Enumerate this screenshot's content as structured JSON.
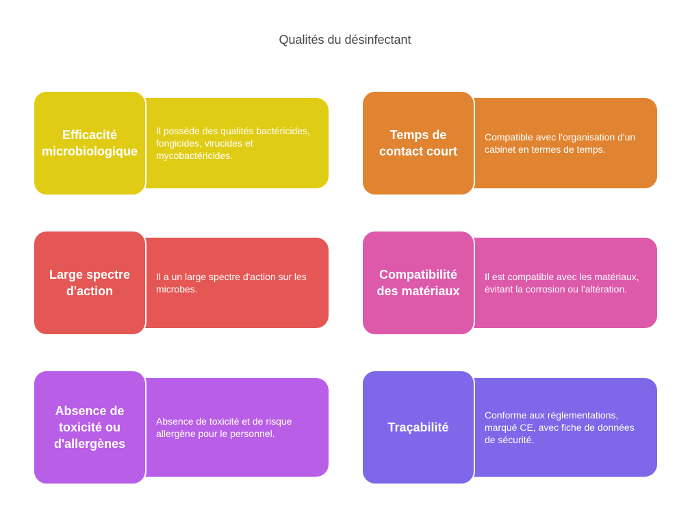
{
  "title": "Qualités du désinfectant",
  "cards": [
    {
      "heading": "Efficacité microbiologique",
      "description": "Il possède des qualités bactéricides, fongicides, virucides et mycobactéricides.",
      "color": "#e0cc15"
    },
    {
      "heading": "Temps de contact court",
      "description": "Compatible avec l'organisation d'un cabinet en termes de temps.",
      "color": "#e08432"
    },
    {
      "heading": "Large spectre d'action",
      "description": "Il a un large spectre d'action sur les microbes.",
      "color": "#e45754"
    },
    {
      "heading": "Compatibilité des matériaux",
      "description": "Il est compatible avec les matériaux, évitant la corrosion ou l'altération.",
      "color": "#dd59a9"
    },
    {
      "heading": "Absence de toxicité ou d'allergènes",
      "description": "Absence de toxicité et de risque allergène pour le personnel.",
      "color": "#b95ee6"
    },
    {
      "heading": "Traçabilité",
      "description": "Conforme aux réglementations, marqué CE, avec fiche de données de sécurité.",
      "color": "#7e67e8"
    }
  ]
}
